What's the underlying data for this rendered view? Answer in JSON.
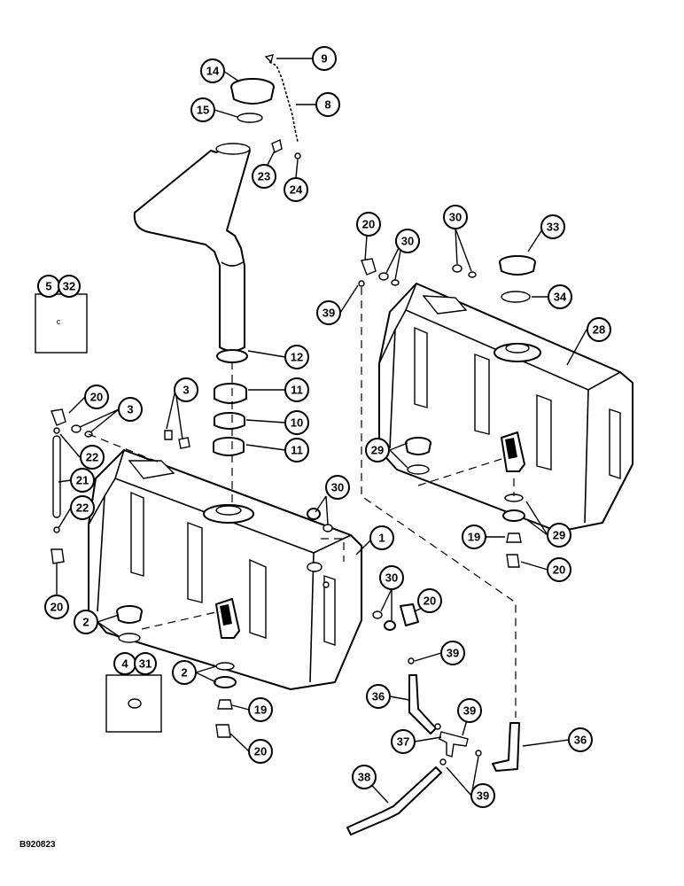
{
  "drawing_number": "B920823",
  "callouts": [
    {
      "id": "c-9",
      "label": "9"
    },
    {
      "id": "c-14",
      "label": "14"
    },
    {
      "id": "c-8",
      "label": "8"
    },
    {
      "id": "c-15",
      "label": "15"
    },
    {
      "id": "c-23",
      "label": "23"
    },
    {
      "id": "c-24",
      "label": "24"
    },
    {
      "id": "c-20a",
      "label": "20"
    },
    {
      "id": "c-30a",
      "label": "30"
    },
    {
      "id": "c-30b",
      "label": "30"
    },
    {
      "id": "c-33",
      "label": "33"
    },
    {
      "id": "c-39a",
      "label": "39"
    },
    {
      "id": "c-34",
      "label": "34"
    },
    {
      "id": "c-5",
      "label": "5"
    },
    {
      "id": "c-32",
      "label": "32"
    },
    {
      "id": "c-28",
      "label": "28"
    },
    {
      "id": "c-12",
      "label": "12"
    },
    {
      "id": "c-20b",
      "label": "20"
    },
    {
      "id": "c-3a",
      "label": "3"
    },
    {
      "id": "c-11a",
      "label": "11"
    },
    {
      "id": "c-3b",
      "label": "3"
    },
    {
      "id": "c-10",
      "label": "10"
    },
    {
      "id": "c-22a",
      "label": "22"
    },
    {
      "id": "c-11b",
      "label": "11"
    },
    {
      "id": "c-29a",
      "label": "29"
    },
    {
      "id": "c-21",
      "label": "21"
    },
    {
      "id": "c-30c",
      "label": "30"
    },
    {
      "id": "c-22b",
      "label": "22"
    },
    {
      "id": "c-19a",
      "label": "19"
    },
    {
      "id": "c-29b",
      "label": "29"
    },
    {
      "id": "c-1",
      "label": "1"
    },
    {
      "id": "c-20c",
      "label": "20"
    },
    {
      "id": "c-20d",
      "label": "20"
    },
    {
      "id": "c-30d",
      "label": "30"
    },
    {
      "id": "c-20e",
      "label": "20"
    },
    {
      "id": "c-2a",
      "label": "2"
    },
    {
      "id": "c-39b",
      "label": "39"
    },
    {
      "id": "c-4",
      "label": "4"
    },
    {
      "id": "c-31",
      "label": "31"
    },
    {
      "id": "c-2b",
      "label": "2"
    },
    {
      "id": "c-36a",
      "label": "36"
    },
    {
      "id": "c-19b",
      "label": "19"
    },
    {
      "id": "c-39c",
      "label": "39"
    },
    {
      "id": "c-37",
      "label": "37"
    },
    {
      "id": "c-36b",
      "label": "36"
    },
    {
      "id": "c-20f",
      "label": "20"
    },
    {
      "id": "c-38",
      "label": "38"
    },
    {
      "id": "c-39d",
      "label": "39"
    }
  ]
}
